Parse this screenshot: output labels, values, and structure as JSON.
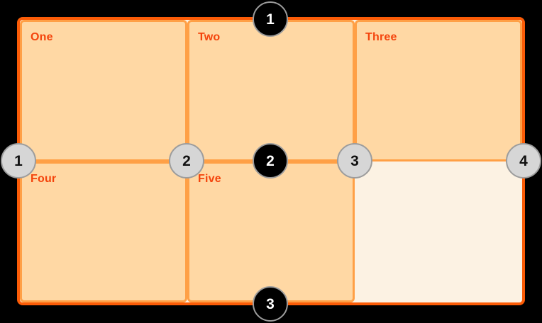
{
  "grid": {
    "cells": [
      {
        "label": "One"
      },
      {
        "label": "Two"
      },
      {
        "label": "Three"
      },
      {
        "label": "Four"
      },
      {
        "label": "Five"
      }
    ]
  },
  "markers": {
    "row_lines": [
      {
        "number": "1"
      },
      {
        "number": "2"
      },
      {
        "number": "3"
      }
    ],
    "column_lines": [
      {
        "number": "1"
      },
      {
        "number": "2"
      },
      {
        "number": "3"
      },
      {
        "number": "4"
      }
    ]
  },
  "colors": {
    "page_bg": "#000000",
    "container_border": "#fb5c07",
    "container_bg": "#fcf2e3",
    "cell_border": "#ffa046",
    "cell_bg": "#ffd8a4",
    "label_text": "#f4430b",
    "row_marker_bg": "#000000",
    "row_marker_text": "#ffffff",
    "column_marker_bg": "#d6d6d6",
    "column_marker_text": "#111111",
    "marker_ring": "#9c9c9c"
  }
}
